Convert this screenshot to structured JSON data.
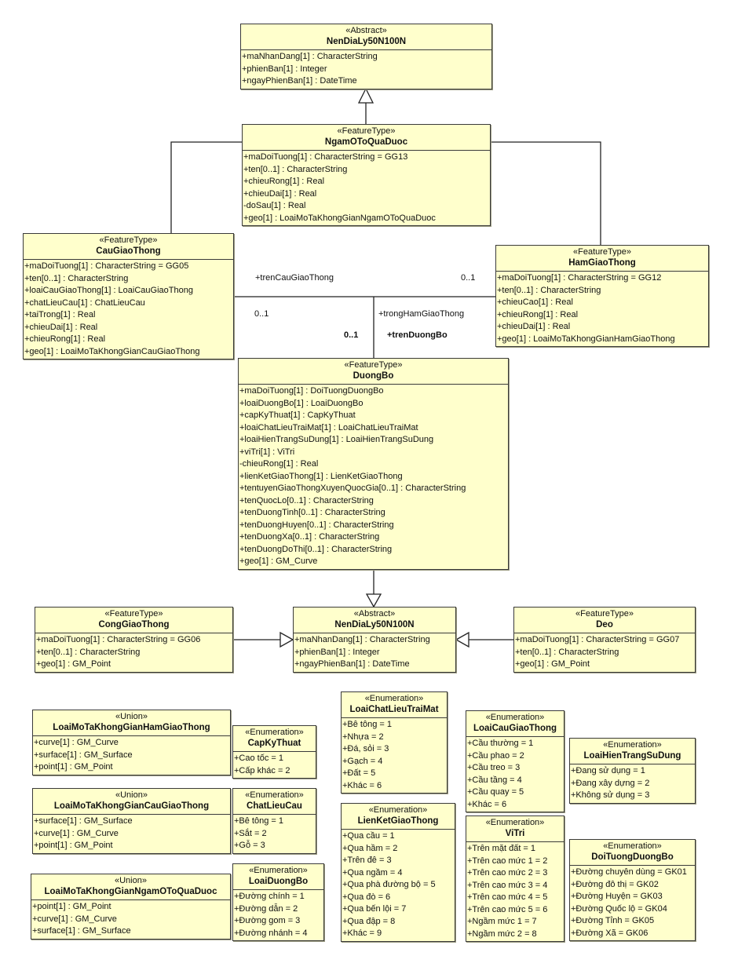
{
  "diagram": {
    "classes": {
      "nen_top": {
        "stereotype": "«Abstract»",
        "name": "NenDiaLy50N100N",
        "attributes": [
          "+maNhanDang[1] : CharacterString",
          "+phienBan[1] : Integer",
          "+ngayPhienBan[1] : DateTime"
        ]
      },
      "ngam": {
        "stereotype": "«FeatureType»",
        "name": "NgamOToQuaDuoc",
        "attributes": [
          "+maDoiTuong[1] : CharacterString = GG13",
          "+ten[0..1] : CharacterString",
          "+chieuRong[1] : Real",
          "+chieuDai[1] : Real",
          "-doSau[1] : Real",
          "+geo[1] : LoaiMoTaKhongGianNgamOToQuaDuoc"
        ]
      },
      "cau": {
        "stereotype": "«FeatureType»",
        "name": "CauGiaoThong",
        "attributes": [
          "+maDoiTuong[1] : CharacterString = GG05",
          "+ten[0..1] : CharacterString",
          "+loaiCauGiaoThong[1] : LoaiCauGiaoThong",
          "+chatLieuCau[1] : ChatLieuCau",
          "+taiTrong[1] : Real",
          "+chieuDai[1] : Real",
          "+chieuRong[1] : Real",
          "+geo[1] : LoaiMoTaKhongGianCauGiaoThong"
        ]
      },
      "ham": {
        "stereotype": "«FeatureType»",
        "name": "HamGiaoThong",
        "attributes": [
          "+maDoiTuong[1] : CharacterString = GG12",
          "+ten[0..1] : CharacterString",
          "+chieuCao[1] : Real",
          "+chieuRong[1] : Real",
          "+chieuDai[1] : Real",
          "+geo[1] : LoaiMoTaKhongGianHamGiaoThong"
        ]
      },
      "duongbo": {
        "stereotype": "«FeatureType»",
        "name": "DuongBo",
        "attributes": [
          "+maDoiTuong[1] : DoiTuongDuongBo",
          "+loaiDuongBo[1] : LoaiDuongBo",
          "+capKyThuat[1] : CapKyThuat",
          "+loaiChatLieuTraiMat[1] : LoaiChatLieuTraiMat",
          "+loaiHienTrangSuDung[1] : LoaiHienTrangSuDung",
          "+viTri[1] : ViTri",
          "-chieuRong[1] : Real",
          "+lienKetGiaoThong[1] : LienKetGiaoThong",
          "+tentuyenGiaoThongXuyenQuocGia[0..1] : CharacterString",
          "+tenQuocLo[0..1] : CharacterString",
          "+tenDuongTinh[0..1] : CharacterString",
          "+tenDuongHuyen[0..1] : CharacterString",
          "+tenDuongXa[0..1] : CharacterString",
          "+tenDuongDoThi[0..1] : CharacterString",
          "+geo[1] : GM_Curve"
        ]
      },
      "cong": {
        "stereotype": "«FeatureType»",
        "name": "CongGiaoThong",
        "attributes": [
          "+maDoiTuong[1] : CharacterString = GG06",
          "+ten[0..1] : CharacterString",
          "+geo[1] : GM_Point"
        ]
      },
      "nen_mid": {
        "stereotype": "«Abstract»",
        "name": "NenDiaLy50N100N",
        "attributes": [
          "+maNhanDang[1] : CharacterString",
          "+phienBan[1] : Integer",
          "+ngayPhienBan[1] : DateTime"
        ]
      },
      "deo": {
        "stereotype": "«FeatureType»",
        "name": "Deo",
        "attributes": [
          "+maDoiTuong[1] : CharacterString = GG07",
          "+ten[0..1] : CharacterString",
          "+geo[1] : GM_Point"
        ]
      },
      "u_ham": {
        "stereotype": "«Union»",
        "name": "LoaiMoTaKhongGianHamGiaoThong",
        "attributes": [
          "+curve[1] : GM_Curve",
          "+surface[1] : GM_Surface",
          "+point[1] : GM_Point"
        ]
      },
      "e_capkythuat": {
        "stereotype": "«Enumeration»",
        "name": "CapKyThuat",
        "attributes": [
          "+Cao tốc = 1",
          "+Cấp khác = 2"
        ]
      },
      "u_cau": {
        "stereotype": "«Union»",
        "name": "LoaiMoTaKhongGianCauGiaoThong",
        "attributes": [
          "+surface[1] : GM_Surface",
          "+curve[1] : GM_Curve",
          "+point[1] : GM_Point"
        ]
      },
      "e_chatlieucau": {
        "stereotype": "«Enumeration»",
        "name": "ChatLieuCau",
        "attributes": [
          "+Bê tông = 1",
          "+Sắt = 2",
          "+Gỗ = 3"
        ]
      },
      "u_ngam": {
        "stereotype": "«Union»",
        "name": "LoaiMoTaKhongGianNgamOToQuaDuoc",
        "attributes": [
          "+point[1] : GM_Point",
          "+curve[1] : GM_Curve",
          "+surface[1] : GM_Surface"
        ]
      },
      "e_loaiduongbo": {
        "stereotype": "«Enumeration»",
        "name": "LoaiDuongBo",
        "attributes": [
          "+Đường chính = 1",
          "+Đường dẫn = 2",
          "+Đường gom = 3",
          "+Đường nhánh = 4"
        ]
      },
      "e_traimat": {
        "stereotype": "«Enumeration»",
        "name": "LoaiChatLieuTraiMat",
        "attributes": [
          "+Bê tông = 1",
          "+Nhựa = 2",
          "+Đá, sỏi = 3",
          "+Gạch = 4",
          "+Đất = 5",
          "+Khác = 6"
        ]
      },
      "e_lienket": {
        "stereotype": "«Enumeration»",
        "name": "LienKetGiaoThong",
        "attributes": [
          "+Qua cầu  = 1",
          "+Qua hầm = 2",
          "+Trên đê = 3",
          "+Qua ngầm = 4",
          "+Qua phà đường bộ = 5",
          "+Qua đò = 6",
          "+Qua bến lội = 7",
          "+Qua đập = 8",
          "+Khác = 9"
        ]
      },
      "e_loaicau": {
        "stereotype": "«Enumeration»",
        "name": "LoaiCauGiaoThong",
        "attributes": [
          "+Cầu thường = 1",
          "+Cầu phao = 2",
          "+Cầu treo = 3",
          "+Cầu tầng = 4",
          "+Cầu quay = 5",
          "+Khác = 6"
        ]
      },
      "e_vitri": {
        "stereotype": "«Enumeration»",
        "name": "ViTri",
        "attributes": [
          "+Trên mặt đất = 1",
          "+Trên cao mức 1 = 2",
          "+Trên cao mức 2 = 3",
          "+Trên cao mức 3 = 4",
          "+Trên cao mức 4 = 5",
          "+Trên cao mức 5 = 6",
          "+Ngầm mức 1 = 7",
          "+Ngầm mức 2 = 8"
        ]
      },
      "e_hientrang": {
        "stereotype": "«Enumeration»",
        "name": "LoaiHienTrangSuDung",
        "attributes": [
          "+Đang sử dụng = 1",
          "+Đang xây dựng = 2",
          "+Không sử dụng = 3"
        ]
      },
      "e_doituong": {
        "stereotype": "«Enumeration»",
        "name": "DoiTuongDuongBo",
        "attributes": [
          "+Đường chuyên dùng = GK01",
          "+Đường đô thị = GK02",
          "+Đường Huyện = GK03",
          "+Đường Quốc lộ = GK04",
          "+Đường Tỉnh = GK05",
          "+Đường Xã = GK06"
        ]
      }
    },
    "association_labels": {
      "tren_cau_role": "+trenCauGiaoThong",
      "tren_cau_mult": "0..1",
      "ham_mult": "0..1",
      "trong_ham_role": "+trongHamGiaoThong",
      "duongbo_mult": "0..1",
      "tren_duongbo_role": "+trenDuongBo"
    }
  }
}
